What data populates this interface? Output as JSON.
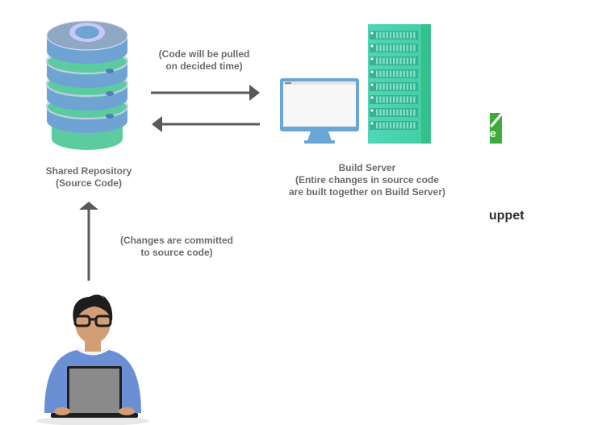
{
  "repository": {
    "title": "Shared Repository",
    "subtitle": "(Source Code)"
  },
  "pull_note": {
    "line1": "(Code will be pulled",
    "line2": "on decided time)"
  },
  "build_server": {
    "title": "Build Server",
    "line1": "(Entire changes in source code",
    "line2": "are built together on Build Server)"
  },
  "commit_note": {
    "line1": "(Changes are committed",
    "line2": "to source code)"
  },
  "partial_logos": {
    "green_logo_letter": "e",
    "puppet_text": "uppet"
  },
  "colors": {
    "arrow": "#595959",
    "label_text": "#6b6b6b",
    "repo_blue": "#6fa3d4",
    "repo_green": "#5ccca0",
    "server_green": "#3fd4a8",
    "monitor_blue": "#6aa6d6",
    "person_shirt": "#6a8fd4",
    "logo_green": "#3bab3b"
  }
}
